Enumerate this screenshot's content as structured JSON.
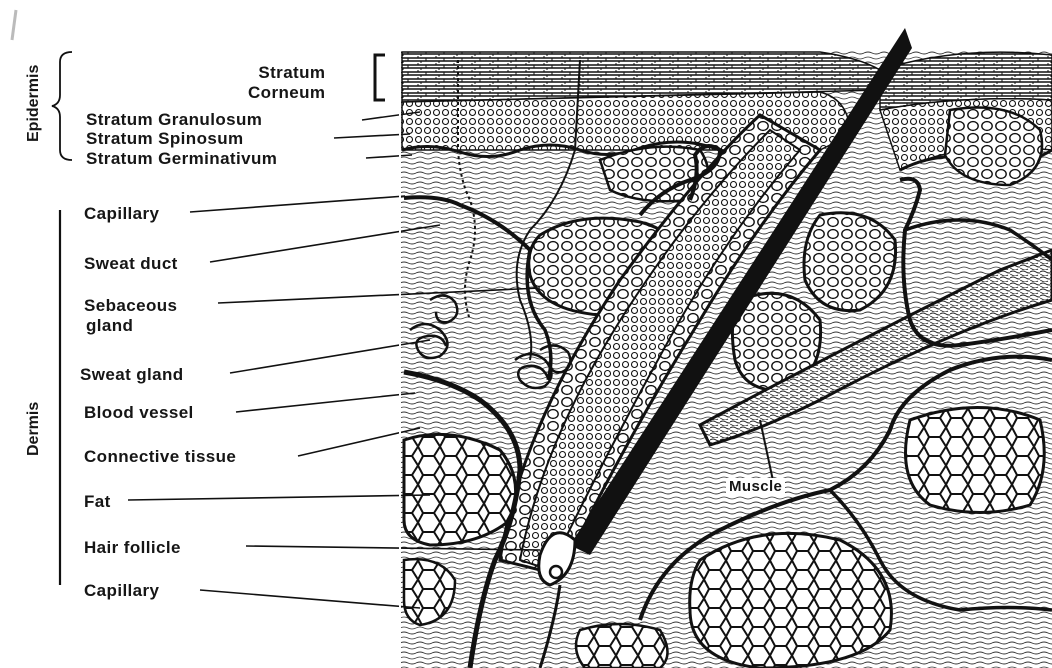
{
  "diagram": {
    "regions": {
      "epidermis": "Epidermis",
      "dermis": "Dermis"
    },
    "labels": {
      "stratum_corneum_line1": "Stratum",
      "stratum_corneum_line2": "Corneum",
      "stratum_granulosum": "Stratum Granulosum",
      "stratum_spinosum": "Stratum Spinosum",
      "stratum_germinativum": "Stratum Germinativum",
      "capillary_top": "Capillary",
      "sweat_duct": "Sweat duct",
      "sebaceous_line1": "Sebaceous",
      "sebaceous_line2": "gland",
      "sweat_gland": "Sweat gland",
      "blood_vessel": "Blood vessel",
      "connective_tissue": "Connective tissue",
      "fat": "Fat",
      "hair_follicle": "Hair follicle",
      "capillary_bottom": "Capillary",
      "muscle": "Muscle"
    }
  }
}
